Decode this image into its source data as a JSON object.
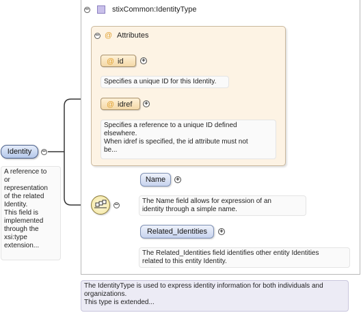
{
  "type": {
    "name": "stixCommon:IdentityType",
    "collapse_glyph": "−",
    "doc": "The IdentityType is used to express identity information for both individuals and organizations.\nThis type is extended..."
  },
  "attributes": {
    "title": "Attributes",
    "at_glyph": "@",
    "collapse_glyph": "−",
    "items": [
      {
        "name": "id",
        "doc": "Specifies a unique ID for this Identity.",
        "expand_glyph": "+"
      },
      {
        "name": "idref",
        "doc": "Specifies a reference to a unique ID defined\nelsewhere.\nWhen idref is specified, the id attribute must not\nbe...",
        "expand_glyph": "+"
      }
    ]
  },
  "root": {
    "name": "Identity",
    "collapse_glyph": "−",
    "doc": "A reference to\nor\nrepresentation\nof the related\nIdentity.\nThis field is\nimplemented\nthrough the\nxsi:type\nextension..."
  },
  "sequence": {
    "icon": "sequence-icon",
    "collapse_glyph": "−"
  },
  "children": [
    {
      "name": "Name",
      "doc": "The Name field allows for expression of an\nidentity through a simple name.",
      "expand_glyph": "+"
    },
    {
      "name": "Related_Identities",
      "doc": "The Related_Identities field identifies other entity Identities\nrelated to this entity Identity.",
      "expand_glyph": "+"
    }
  ]
}
